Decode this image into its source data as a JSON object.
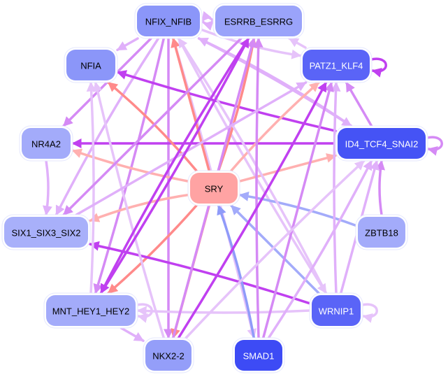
{
  "diagram": {
    "type": "regulatory-network",
    "colors": {
      "node_dark": "#3d4bf5",
      "node_medium": "#5a64f7",
      "node_light": "#8b96f9",
      "node_pale": "#a3abfa",
      "node_sry": "#ffa3a3",
      "edge_red": "#ff8a8a",
      "edge_light_red": "#ffb0b0",
      "edge_violet": "#c040f0",
      "edge_purple": "#d58af5",
      "edge_lilac": "#e6c3fa",
      "edge_blue": "#8f9bf9"
    },
    "nodes": [
      {
        "id": "NFIX_NFIB",
        "label": "NFIX_NFIB",
        "fill": "#8b96f9",
        "text": "#000000"
      },
      {
        "id": "ESRRB_ESRRG",
        "label": "ESRRB_ESRRG",
        "fill": "#9aa3fa",
        "text": "#000000"
      },
      {
        "id": "NFIA",
        "label": "NFIA",
        "fill": "#8b96f9",
        "text": "#000000"
      },
      {
        "id": "PATZ1_KLF4",
        "label": "PATZ1_KLF4",
        "fill": "#5a64f7",
        "text": "#ffffff"
      },
      {
        "id": "NR4A2",
        "label": "NR4A2",
        "fill": "#a3abfa",
        "text": "#000000"
      },
      {
        "id": "ID4_TCF4_SNAI2",
        "label": "ID4_TCF4_SNAI2",
        "fill": "#4553f5",
        "text": "#ffffff"
      },
      {
        "id": "SRY",
        "label": "SRY",
        "fill": "#ffa3a3",
        "text": "#000000"
      },
      {
        "id": "SIX1_SIX3_SIX2",
        "label": "SIX1_SIX3_SIX2",
        "fill": "#a8b0fa",
        "text": "#000000"
      },
      {
        "id": "ZBTB18",
        "label": "ZBTB18",
        "fill": "#a3abfa",
        "text": "#000000"
      },
      {
        "id": "MNT_HEY1_HEY2",
        "label": "MNT_HEY1_HEY2",
        "fill": "#a3abfa",
        "text": "#000000"
      },
      {
        "id": "WRNIP1",
        "label": "WRNIP1",
        "fill": "#5a64f7",
        "text": "#ffffff"
      },
      {
        "id": "NKX2-2",
        "label": "NKX2-2",
        "fill": "#949ef9",
        "text": "#000000"
      },
      {
        "id": "SMAD1",
        "label": "SMAD1",
        "fill": "#3d4bf5",
        "text": "#ffffff"
      }
    ],
    "edges": [
      {
        "from": "NFIX_NFIB",
        "to": "ESRRB_ESRRG",
        "color": "#e0b0fa"
      },
      {
        "from": "ESRRB_ESRRG",
        "to": "NFIX_NFIB",
        "color": "#e0b0fa"
      },
      {
        "from": "NFIX_NFIB",
        "to": "NFIA",
        "color": "#e0b0fa"
      },
      {
        "from": "NFIX_NFIB",
        "to": "PATZ1_KLF4",
        "color": "#e6c3fa"
      },
      {
        "from": "NFIX_NFIB",
        "to": "ID4_TCF4_SNAI2",
        "color": "#e0b0fa"
      },
      {
        "from": "NFIX_NFIB",
        "to": "NR4A2",
        "color": "#d58af5"
      },
      {
        "from": "NFIX_NFIB",
        "to": "SIX1_SIX3_SIX2",
        "color": "#e0b0fa"
      },
      {
        "from": "NFIX_NFIB",
        "to": "MNT_HEY1_HEY2",
        "color": "#d58af5"
      },
      {
        "from": "NFIX_NFIB",
        "to": "NKX2-2",
        "color": "#d58af5"
      },
      {
        "from": "NFIX_NFIB",
        "to": "WRNIP1",
        "color": "#e6c3fa"
      },
      {
        "from": "NFIX_NFIB",
        "to": "SMAD1",
        "color": "#e6c3fa"
      },
      {
        "from": "PATZ1_KLF4",
        "to": "ESRRB_ESRRG",
        "color": "#e6c3fa"
      },
      {
        "from": "PATZ1_KLF4",
        "to": "PATZ1_KLF4",
        "color": "#c040f0"
      },
      {
        "from": "ID4_TCF4_SNAI2",
        "to": "NFIA",
        "color": "#c040f0"
      },
      {
        "from": "ID4_TCF4_SNAI2",
        "to": "NR4A2",
        "color": "#c040f0"
      },
      {
        "from": "ID4_TCF4_SNAI2",
        "to": "ID4_TCF4_SNAI2",
        "color": "#d58af5"
      },
      {
        "from": "ID4_TCF4_SNAI2",
        "to": "NFIX_NFIB",
        "color": "#e0b0fa"
      },
      {
        "from": "ID4_TCF4_SNAI2",
        "to": "PATZ1_KLF4",
        "color": "#d58af5"
      },
      {
        "from": "SRY",
        "to": "NFIA",
        "color": "#ff8a8a"
      },
      {
        "from": "SRY",
        "to": "NR4A2",
        "color": "#ffb0b0"
      },
      {
        "from": "SRY",
        "to": "NFIX_NFIB",
        "color": "#ff8a8a"
      },
      {
        "from": "SRY",
        "to": "ESRRB_ESRRG",
        "color": "#ff8a8a"
      },
      {
        "from": "SRY",
        "to": "PATZ1_KLF4",
        "color": "#ffb0b0"
      },
      {
        "from": "SRY",
        "to": "ID4_TCF4_SNAI2",
        "color": "#ffb0b0"
      },
      {
        "from": "SRY",
        "to": "SIX1_SIX3_SIX2",
        "color": "#ffb0b0"
      },
      {
        "from": "SRY",
        "to": "MNT_HEY1_HEY2",
        "color": "#ff8a8a"
      },
      {
        "from": "SRY",
        "to": "NKX2-2",
        "color": "#ff8a8a"
      },
      {
        "from": "ZBTB18",
        "to": "SRY",
        "color": "#a3abfa"
      },
      {
        "from": "ZBTB18",
        "to": "ID4_TCF4_SNAI2",
        "color": "#d58af5"
      },
      {
        "from": "WRNIP1",
        "to": "SRY",
        "color": "#a3abfa"
      },
      {
        "from": "WRNIP1",
        "to": "SIX1_SIX3_SIX2",
        "color": "#c040f0"
      },
      {
        "from": "WRNIP1",
        "to": "MNT_HEY1_HEY2",
        "color": "#e6c3fa"
      },
      {
        "from": "WRNIP1",
        "to": "WRNIP1",
        "color": "#e6c3fa"
      },
      {
        "from": "WRNIP1",
        "to": "NFIX_NFIB",
        "color": "#e6c3fa"
      },
      {
        "from": "WRNIP1",
        "to": "PATZ1_KLF4",
        "color": "#e0b0fa"
      },
      {
        "from": "WRNIP1",
        "to": "ID4_TCF4_SNAI2",
        "color": "#e0b0fa"
      },
      {
        "from": "SMAD1",
        "to": "SRY",
        "color": "#8f9bf9"
      },
      {
        "from": "SMAD1",
        "to": "ESRRB_ESRRG",
        "color": "#d58af5"
      },
      {
        "from": "SMAD1",
        "to": "PATZ1_KLF4",
        "color": "#d58af5"
      },
      {
        "from": "SMAD1",
        "to": "ID4_TCF4_SNAI2",
        "color": "#e0b0fa"
      },
      {
        "from": "MNT_HEY1_HEY2",
        "to": "MNT_HEY1_HEY2",
        "color": "#e6c3fa"
      },
      {
        "from": "MNT_HEY1_HEY2",
        "to": "NKX2-2",
        "color": "#e0b0fa"
      },
      {
        "from": "MNT_HEY1_HEY2",
        "to": "NFIA",
        "color": "#e6c3fa"
      },
      {
        "from": "NKX2-2",
        "to": "NFIA",
        "color": "#e6c3fa"
      },
      {
        "from": "NKX2-2",
        "to": "ESRRB_ESRRG",
        "color": "#d58af5"
      },
      {
        "from": "NKX2-2",
        "to": "PATZ1_KLF4",
        "color": "#c040f0"
      },
      {
        "from": "NKX2-2",
        "to": "ID4_TCF4_SNAI2",
        "color": "#e6c3fa"
      },
      {
        "from": "SIX1_SIX3_SIX2",
        "to": "PATZ1_KLF4",
        "color": "#e0b0fa"
      },
      {
        "from": "MNT_HEY1_HEY2",
        "to": "ESRRB_ESRRG",
        "color": "#c040f0"
      },
      {
        "from": "NR4A2",
        "to": "SIX1_SIX3_SIX2",
        "color": "#e0b0fa"
      },
      {
        "from": "ESRRB_ESRRG",
        "to": "SIX1_SIX3_SIX2",
        "color": "#d58af5"
      },
      {
        "from": "ESRRB_ESRRG",
        "to": "MNT_HEY1_HEY2",
        "color": "#c040f0"
      }
    ]
  }
}
